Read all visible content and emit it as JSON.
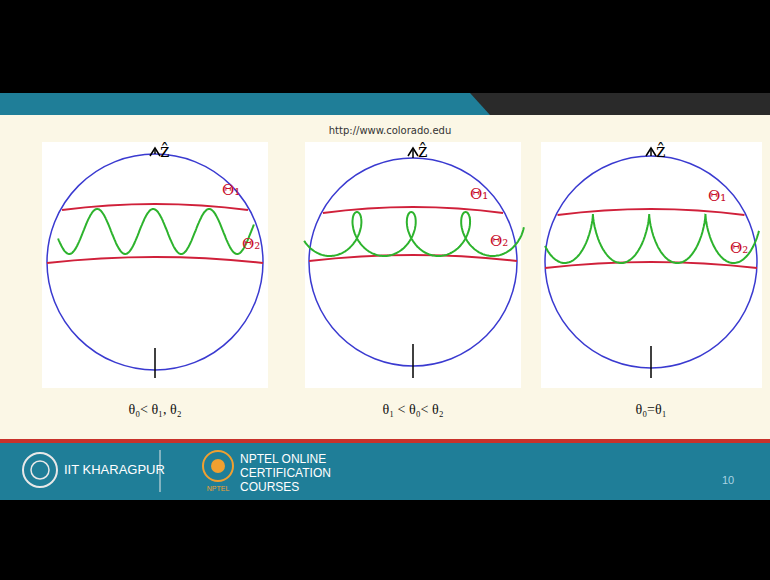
{
  "diagram": {
    "labels": [
      "http://www.colorado.edu",
      "ẑ",
      "Θ₁",
      "Θ₂",
      "θ₀< θ₁, θ₂",
      "ẑ",
      "Θ₁",
      "Θ₂",
      "θ₁ < θ₀< θ₂",
      "ẑ",
      "Θ₁",
      "Θ₂",
      "θ₀=θ₁",
      "IIT KHARAGPUR",
      "NPTEL ONLINE CERTIFICATION COURSES",
      "NPTEL",
      "10"
    ]
  }
}
